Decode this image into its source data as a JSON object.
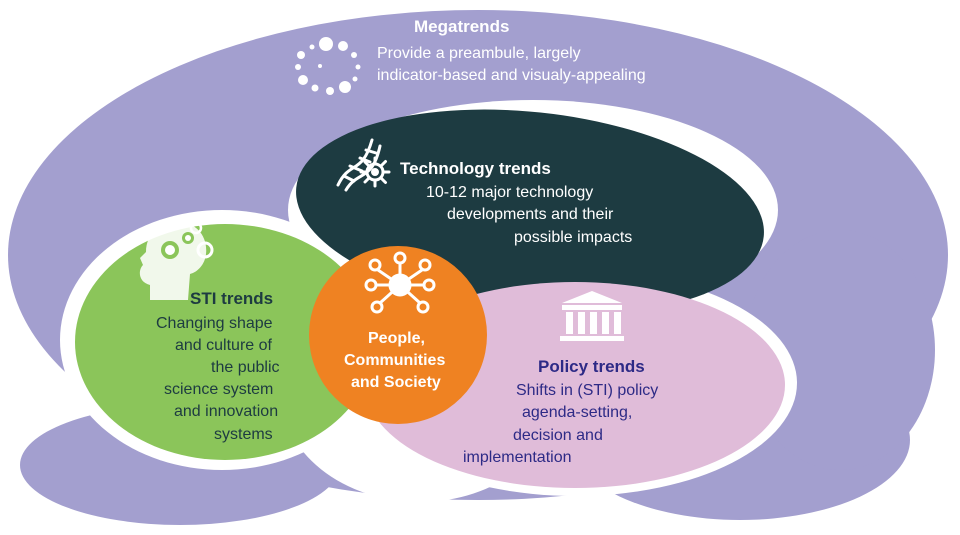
{
  "colors": {
    "megatrends_bg": "#a39fcf",
    "megatrends_inner_gap": "#ffffff",
    "technology_bg": "#1d3b41",
    "sti_bg": "#8bc55a",
    "policy_bg": "#e0bcd9",
    "people_bg": "#ef8222",
    "policy_text": "#2d2a86",
    "sti_text": "#1d3b41",
    "light_text": "#ffffff"
  },
  "megatrends": {
    "title": "Megatrends",
    "lines": [
      "Provide a preambule, largely",
      "indicator-based and visualy-appealing"
    ],
    "icon": "dots-circle-icon"
  },
  "technology": {
    "title": "Technology trends",
    "lines": [
      "10-12 major technology",
      "developments and their",
      "possible impacts"
    ],
    "icon": "dna-gear-icon"
  },
  "sti": {
    "title": "STI trends",
    "lines": [
      "Changing shape",
      "and culture of",
      "the public",
      "science system",
      "and innovation",
      "systems"
    ],
    "icon": "head-gears-icon"
  },
  "policy": {
    "title": "Policy trends",
    "lines": [
      "Shifts in (STI) policy",
      "agenda-setting,",
      "decision and",
      "implementation"
    ],
    "icon": "government-building-icon"
  },
  "people": {
    "lines": [
      "People,",
      "Communities",
      "and Society"
    ],
    "icon": "network-hub-icon"
  }
}
